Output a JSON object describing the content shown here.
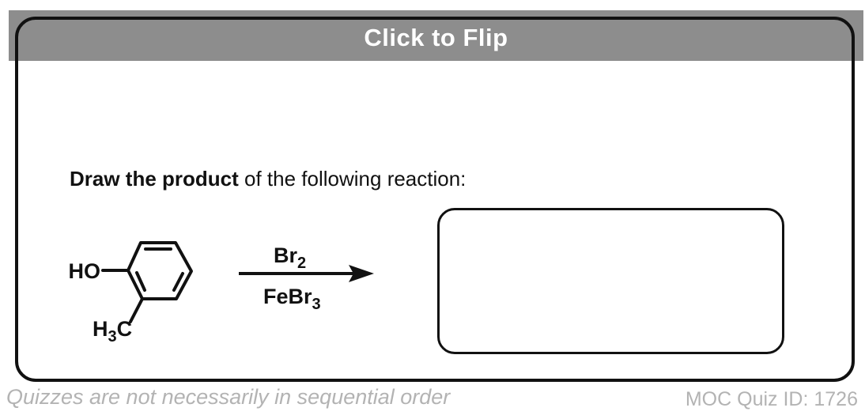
{
  "banner": {
    "label": "Click to Flip"
  },
  "question": {
    "bold_text": "Draw the product",
    "normal_text": " of the following reaction:"
  },
  "reaction": {
    "reactant_labels": {
      "hydroxyl": "HO",
      "methyl_h": "H",
      "methyl_subscript": "3",
      "methyl_c": "C"
    },
    "reagent_above": {
      "text": "Br",
      "subscript": "2"
    },
    "reagent_below": {
      "text": "FeBr",
      "subscript": "3"
    }
  },
  "footer": {
    "note": "Quizzes are not necessarily in sequential order",
    "quiz_id": "MOC Quiz ID: 1726"
  },
  "colors": {
    "banner_gray": "#8d8d8d",
    "banner_text": "#ffffff",
    "ink": "#111111",
    "footer_gray": "#b3b3b3"
  }
}
